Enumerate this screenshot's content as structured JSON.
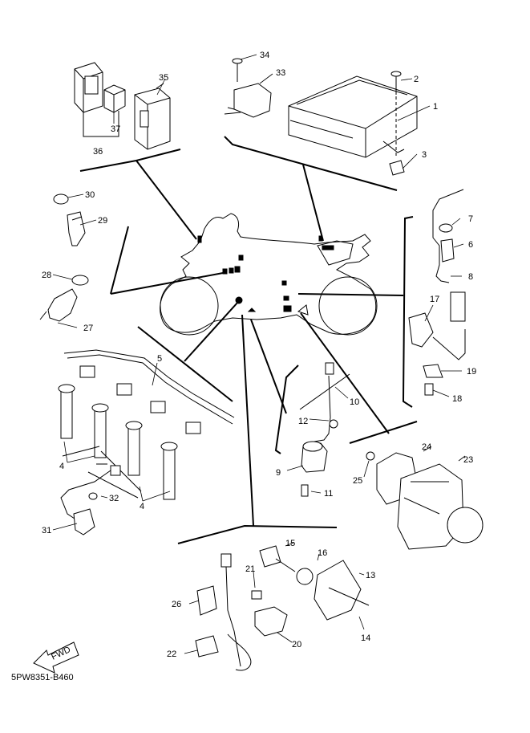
{
  "diagram_code": "5PW8351-B460",
  "fwd_label": "FWD",
  "callouts": {
    "c1": "1",
    "c2": "2",
    "c3": "3",
    "c4a": "4",
    "c4b": "4",
    "c5": "5",
    "c6": "6",
    "c7": "7",
    "c8": "8",
    "c9": "9",
    "c10": "10",
    "c11": "11",
    "c12": "12",
    "c13": "13",
    "c14": "14",
    "c15": "15",
    "c16": "16",
    "c17": "17",
    "c18": "18",
    "c19": "19",
    "c20": "20",
    "c21": "21",
    "c22": "22",
    "c23": "23",
    "c24": "24",
    "c25": "25",
    "c26": "26",
    "c27": "27",
    "c28": "28",
    "c29": "29",
    "c30": "30",
    "c31": "31",
    "c32": "32",
    "c33": "33",
    "c34": "34",
    "c35": "35",
    "c36": "36",
    "c37": "37"
  }
}
